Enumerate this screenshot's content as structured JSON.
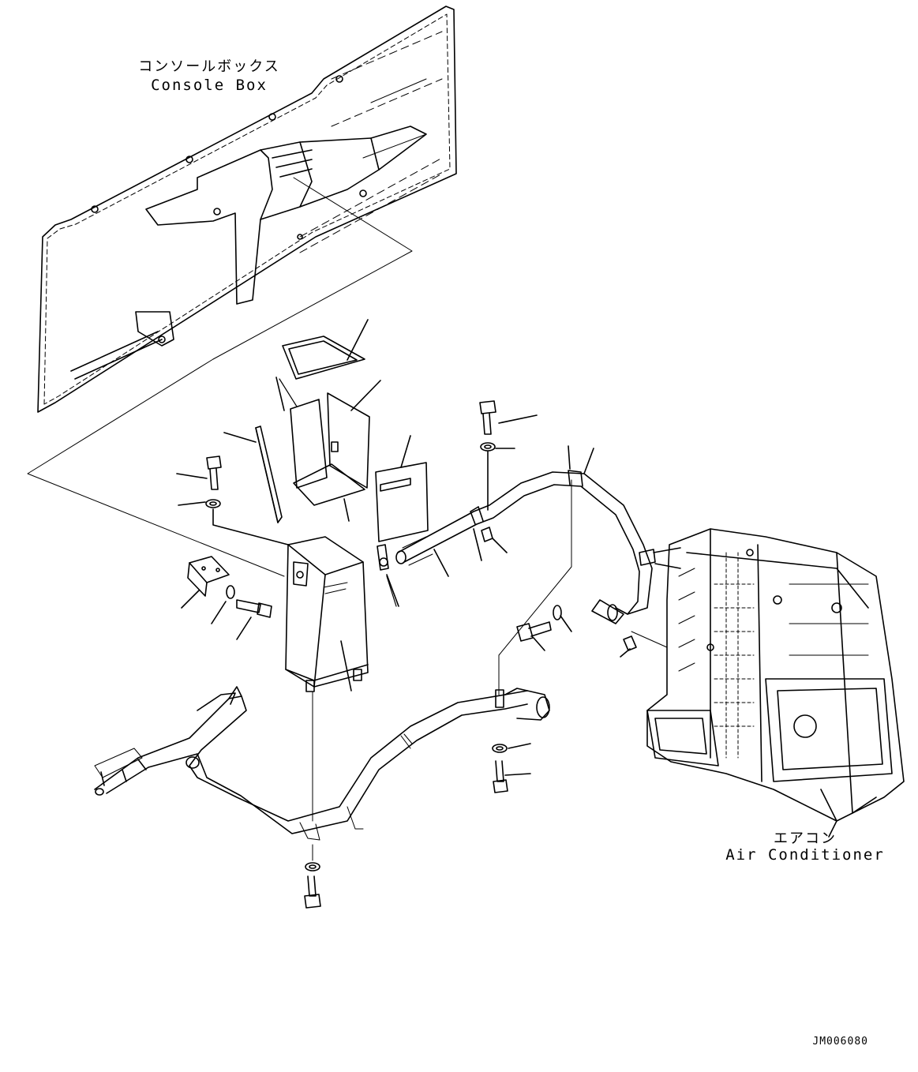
{
  "labels": {
    "console_box_ja": "コンソールボックス",
    "console_box_en": "Console Box",
    "air_conditioner_ja": "エアコン",
    "air_conditioner_en": "Air Conditioner"
  },
  "drawing_code": "JM006080",
  "colors": {
    "line": "#000000",
    "background": "#ffffff"
  },
  "icons": [
    "bolt-icon",
    "washer-icon",
    "clamp-icon"
  ]
}
